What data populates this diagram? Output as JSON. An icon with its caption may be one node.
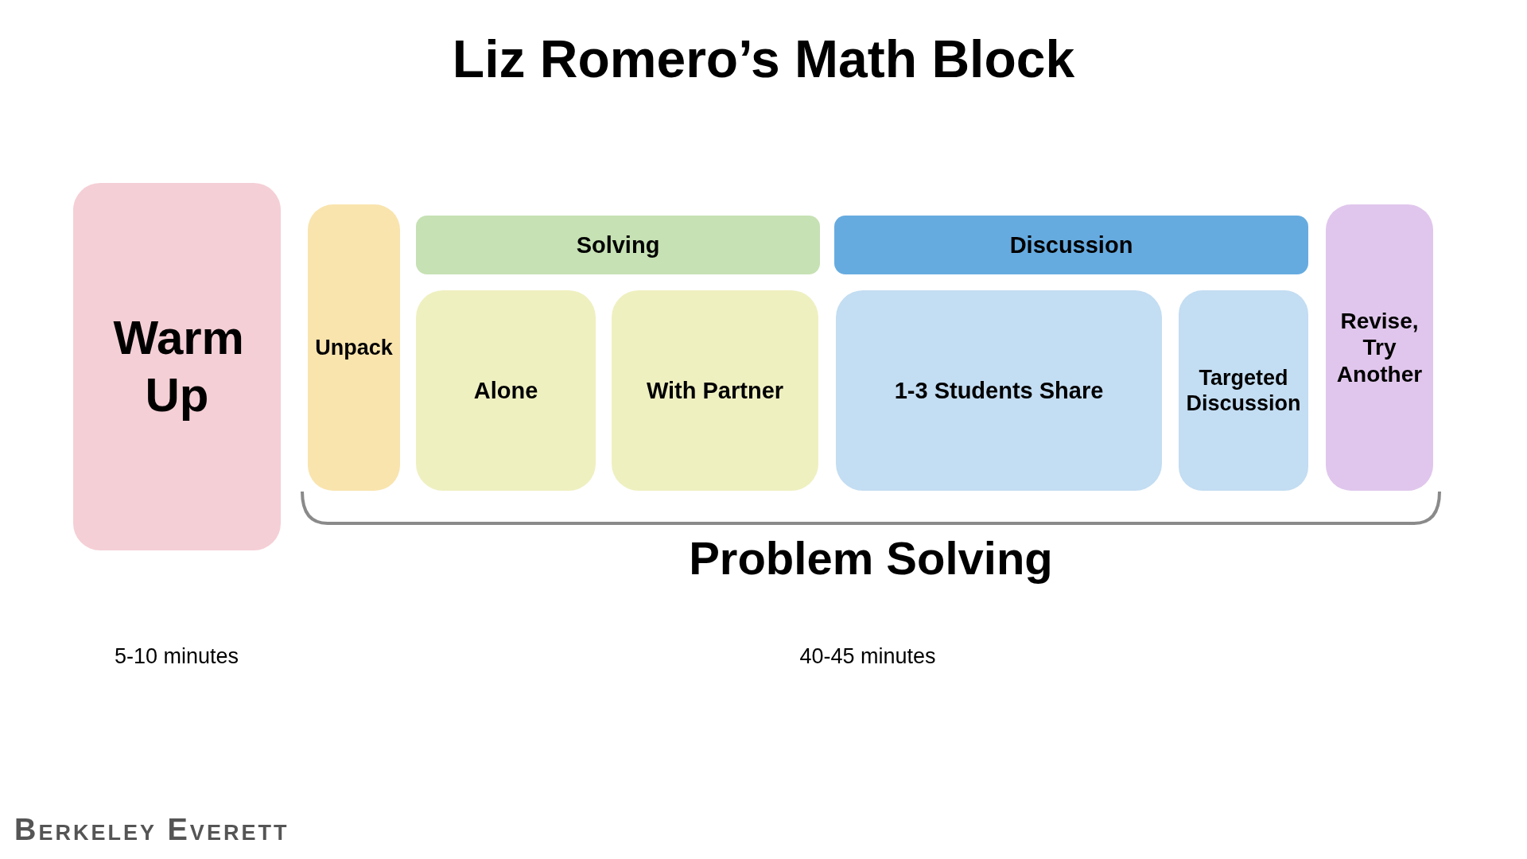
{
  "diagram": {
    "title": "Liz Romero’s Math Block",
    "nodes": [
      {
        "text": [
          "Warm Up"
        ]
      },
      {
        "text": [
          "Unpack"
        ]
      },
      {
        "text": [
          "Solving"
        ]
      },
      {
        "text": [
          "Alone"
        ]
      },
      {
        "text": [
          "With Partner"
        ]
      },
      {
        "text": [
          "Discussion"
        ]
      },
      {
        "text": [
          "1-3 Students Share"
        ]
      },
      {
        "text": [
          "Targeted Discussion"
        ]
      },
      {
        "text": [
          "Revise, Try Another"
        ]
      }
    ],
    "labels": [
      "Problem Solving",
      "5-10 minutes",
      "40-45 minutes",
      "Berkeley Everett"
    ]
  }
}
